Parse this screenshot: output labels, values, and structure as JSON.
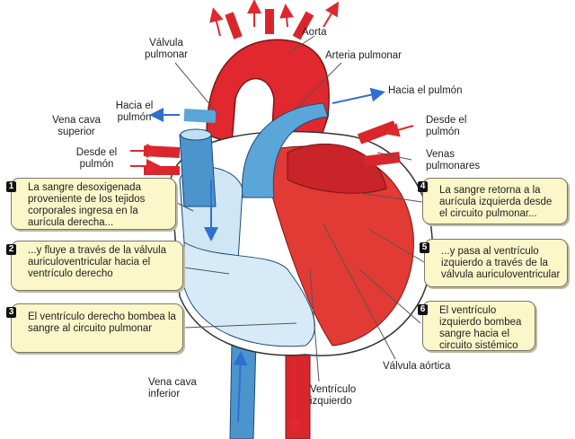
{
  "labels": {
    "valvula_pulmonar": "Válvula pulmonar",
    "aorta": "Aorta",
    "arteria_pulmonar": "Arteria pulmonar",
    "hacia_pulmon_right": "Hacia el pulmón",
    "hacia_pulmon_left": "Hacia el pulmón",
    "vena_cava_superior": "Vena cava superior",
    "desde_pulmon_right": "Desde el pulmón",
    "venas_pulmonares": "Venas pulmonares",
    "desde_pulmon_left": "Desde el pulmón",
    "valvula_aortica": "Válvula aórtica",
    "ventriculo_izquierdo": "Ventrículo izquierdo",
    "vena_cava_inferior": "Vena cava inferior"
  },
  "steps": [
    {
      "num": "1",
      "text": "La sangre desoxigenada proveniente de los tejidos corporales ingresa en la aurícula derecha..."
    },
    {
      "num": "2",
      "text": "...y fluye a través de la válvula auriculoventricular hacia el ventrículo derecho"
    },
    {
      "num": "3",
      "text": "El ventrículo derecho bombea la sangre al circuito pulmonar"
    },
    {
      "num": "4",
      "text": "La sangre retorna a la aurícula izquierda desde el circuito pulmonar..."
    },
    {
      "num": "5",
      "text": "...y pasa al ventrículo izquierdo a través de la válvula auriculoventricular"
    },
    {
      "num": "6",
      "text": "El ventrículo izquierdo bombea sangre hacia el circuito sistémico"
    }
  ],
  "colors": {
    "oxygenated": "#e0282e",
    "deoxygenated": "#5aa6d8",
    "box_fill": "#fbf7c9"
  }
}
